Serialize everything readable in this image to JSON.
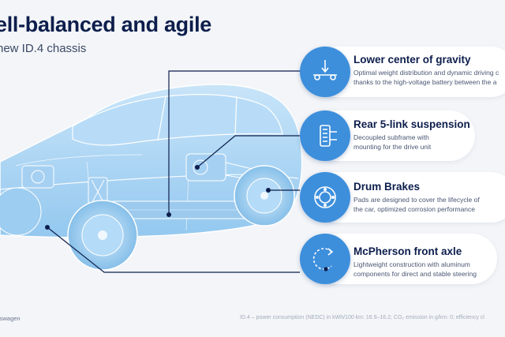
{
  "title": "ell-balanced and agile",
  "subtitle": "new ID.4 chassis",
  "features": [
    {
      "title": "Lower center of gravity",
      "desc_line1": "Optimal weight distribution and dynamic driving c",
      "desc_line2": "thanks to the high-voltage battery between the a",
      "icon": "center-of-gravity-icon"
    },
    {
      "title": "Rear 5-link suspension",
      "desc_line1": "Decoupled subframe with",
      "desc_line2": "mounting for the drive unit",
      "icon": "suspension-icon"
    },
    {
      "title": "Drum Brakes",
      "desc_line1": "Pads are designed to cover the lifecycle of",
      "desc_line2": "the car, optimized corrosion performance",
      "icon": "drum-brake-icon"
    },
    {
      "title": "McPherson front axle",
      "desc_line1": "Lightweight construction with aluminum",
      "desc_line2": "components for direct and stable steering",
      "icon": "steering-axle-icon"
    }
  ],
  "brand": "kswagen",
  "footnote": "ID.4 – power consumption (NEDC) in kWh/100 km: 16.9–16.2; CO₂ emission in g/km: 0; efficiency cl",
  "colors": {
    "accent": "#3d8fdc",
    "navy": "#0d1e4c",
    "car_fill": "#a9d4f4",
    "background": "#f3f5f8"
  }
}
